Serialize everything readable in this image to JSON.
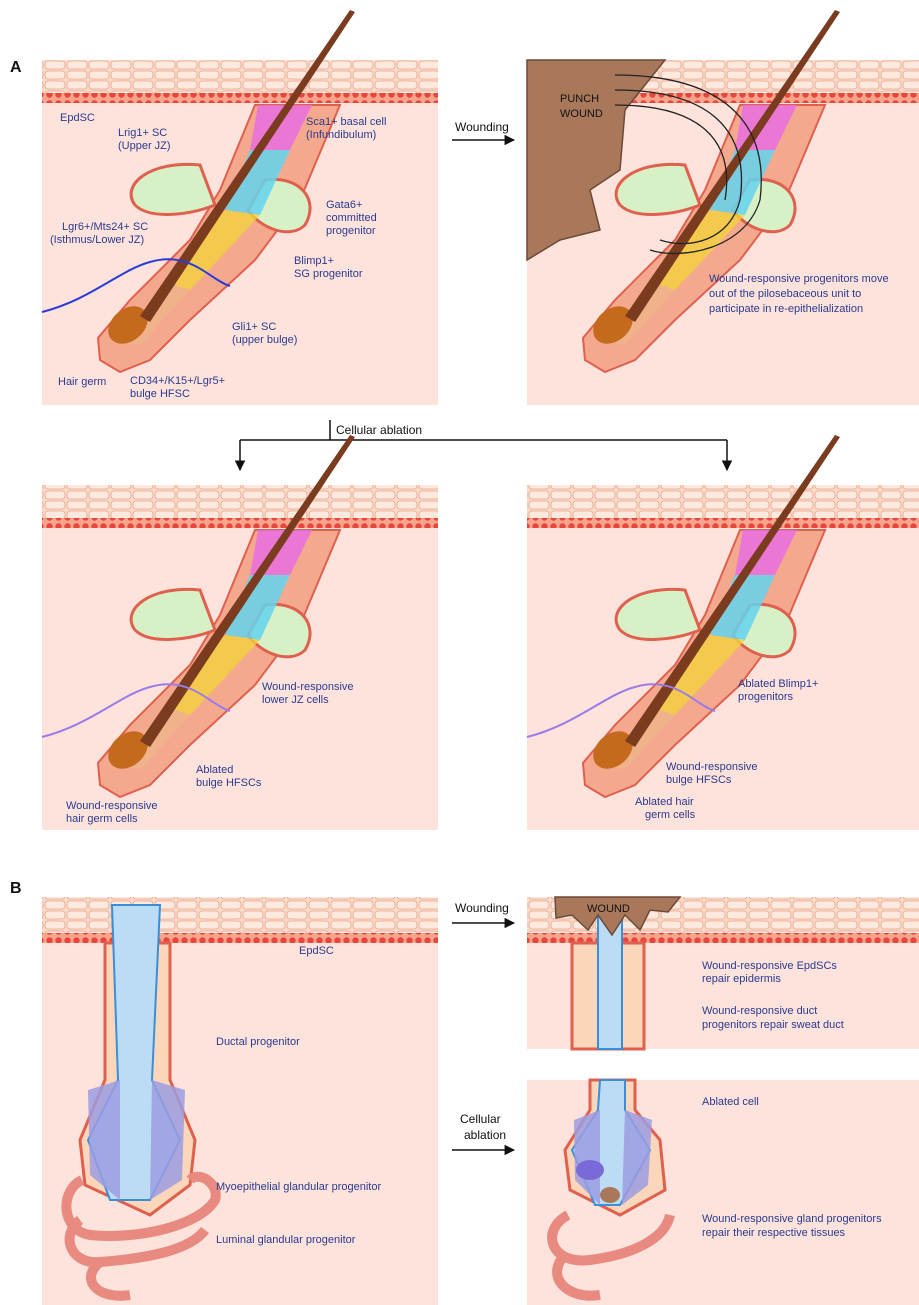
{
  "panels": {
    "a": "A",
    "b": "B"
  },
  "colors": {
    "dermis": "#fde3dc",
    "epidermis": "#f4a98f",
    "cell_red": "#e8453c",
    "sebaceous": "#d7f0c5",
    "infundibulum": "#e86ee0",
    "isthmus": "#63d4ee",
    "bulge": "#f3a23c",
    "label_blue": "#2b3a8f",
    "duct_blue": "#bcdcf5",
    "gland_purple": "#9b9ee0",
    "wound_brown": "#a9785a"
  },
  "panel_a": {
    "top_left": {
      "epdsc": "EpdSC",
      "lrig1_l1": "Lrig1+ SC",
      "lrig1_l2": "(Upper JZ)",
      "sca1_l1": "Sca1+ basal cell",
      "sca1_l2": "(Infundibulum)",
      "gata6_l1": "Gata6+",
      "gata6_l2": "committed",
      "gata6_l3": "progenitor",
      "lgr6_l1": "Lgr6+/Mts24+ SC",
      "lgr6_l2": "(Isthmus/Lower JZ)",
      "blimp1_l1": "Blimp1+",
      "blimp1_l2": "SG progenitor",
      "gli1_l1": "Gli1+ SC",
      "gli1_l2": "(upper bulge)",
      "hairgerm": "Hair germ",
      "cd34_l1": "CD34+/K15+/Lgr5+",
      "cd34_l2": "bulge HFSC"
    },
    "arrow_wounding": "Wounding",
    "top_right": {
      "punch_l1": "PUNCH",
      "punch_l2": "WOUND",
      "move_l1": "Wound-responsive progenitors move",
      "move_l2": "out of the pilosebaceous unit to",
      "move_l3": "participate in re-epithelialization"
    },
    "arrow_ablation": "Cellular ablation",
    "bottom_left": {
      "lowerjz_l1": "Wound-responsive",
      "lowerjz_l2": "lower JZ cells",
      "ablated_l1": "Ablated",
      "ablated_l2": "bulge HFSCs",
      "germ_l1": "Wound-responsive",
      "germ_l2": "hair germ cells"
    },
    "bottom_right": {
      "blimp_l1": "Ablated Blimp1+",
      "blimp_l2": "progenitors",
      "bulge_l1": "Wound-responsive",
      "bulge_l2": "bulge HFSCs",
      "germ_l1": "Ablated hair",
      "germ_l2": "germ cells"
    }
  },
  "panel_b": {
    "left": {
      "epdsc": "EpdSC",
      "ductal": "Ductal progenitor",
      "myo": "Myoepithelial glandular progenitor",
      "luminal": "Luminal glandular progenitor"
    },
    "arrow_wounding": "Wounding",
    "top_right": {
      "wound": "WOUND",
      "epd_l1": "Wound-responsive EpdSCs",
      "epd_l2": "repair epidermis",
      "duct_l1": "Wound-responsive duct",
      "duct_l2": "progenitors repair sweat duct"
    },
    "arrow_ablation_l1": "Cellular",
    "arrow_ablation_l2": "ablation",
    "bottom_right": {
      "ablated": "Ablated cell",
      "gland_l1": "Wound-responsive gland progenitors",
      "gland_l2": "repair their respective tissues"
    }
  }
}
